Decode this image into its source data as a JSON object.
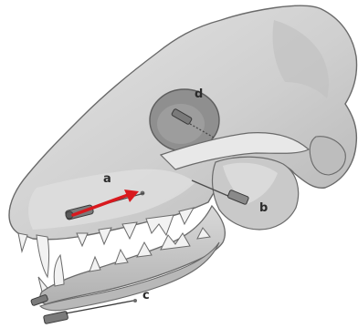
{
  "labels": {
    "a": "a",
    "b": "b",
    "c": "c",
    "d": "d"
  },
  "colors": {
    "bone": "#d4d4d4",
    "bone_dark": "#9c9c9c",
    "orbit": "#8f8f8f",
    "outline": "#6a6a6a",
    "arrow": "#d8191e",
    "needle_body": "#6a6a6a"
  },
  "icons": {
    "arrow": "red-arrow-icon",
    "needle": "needle-icon"
  }
}
